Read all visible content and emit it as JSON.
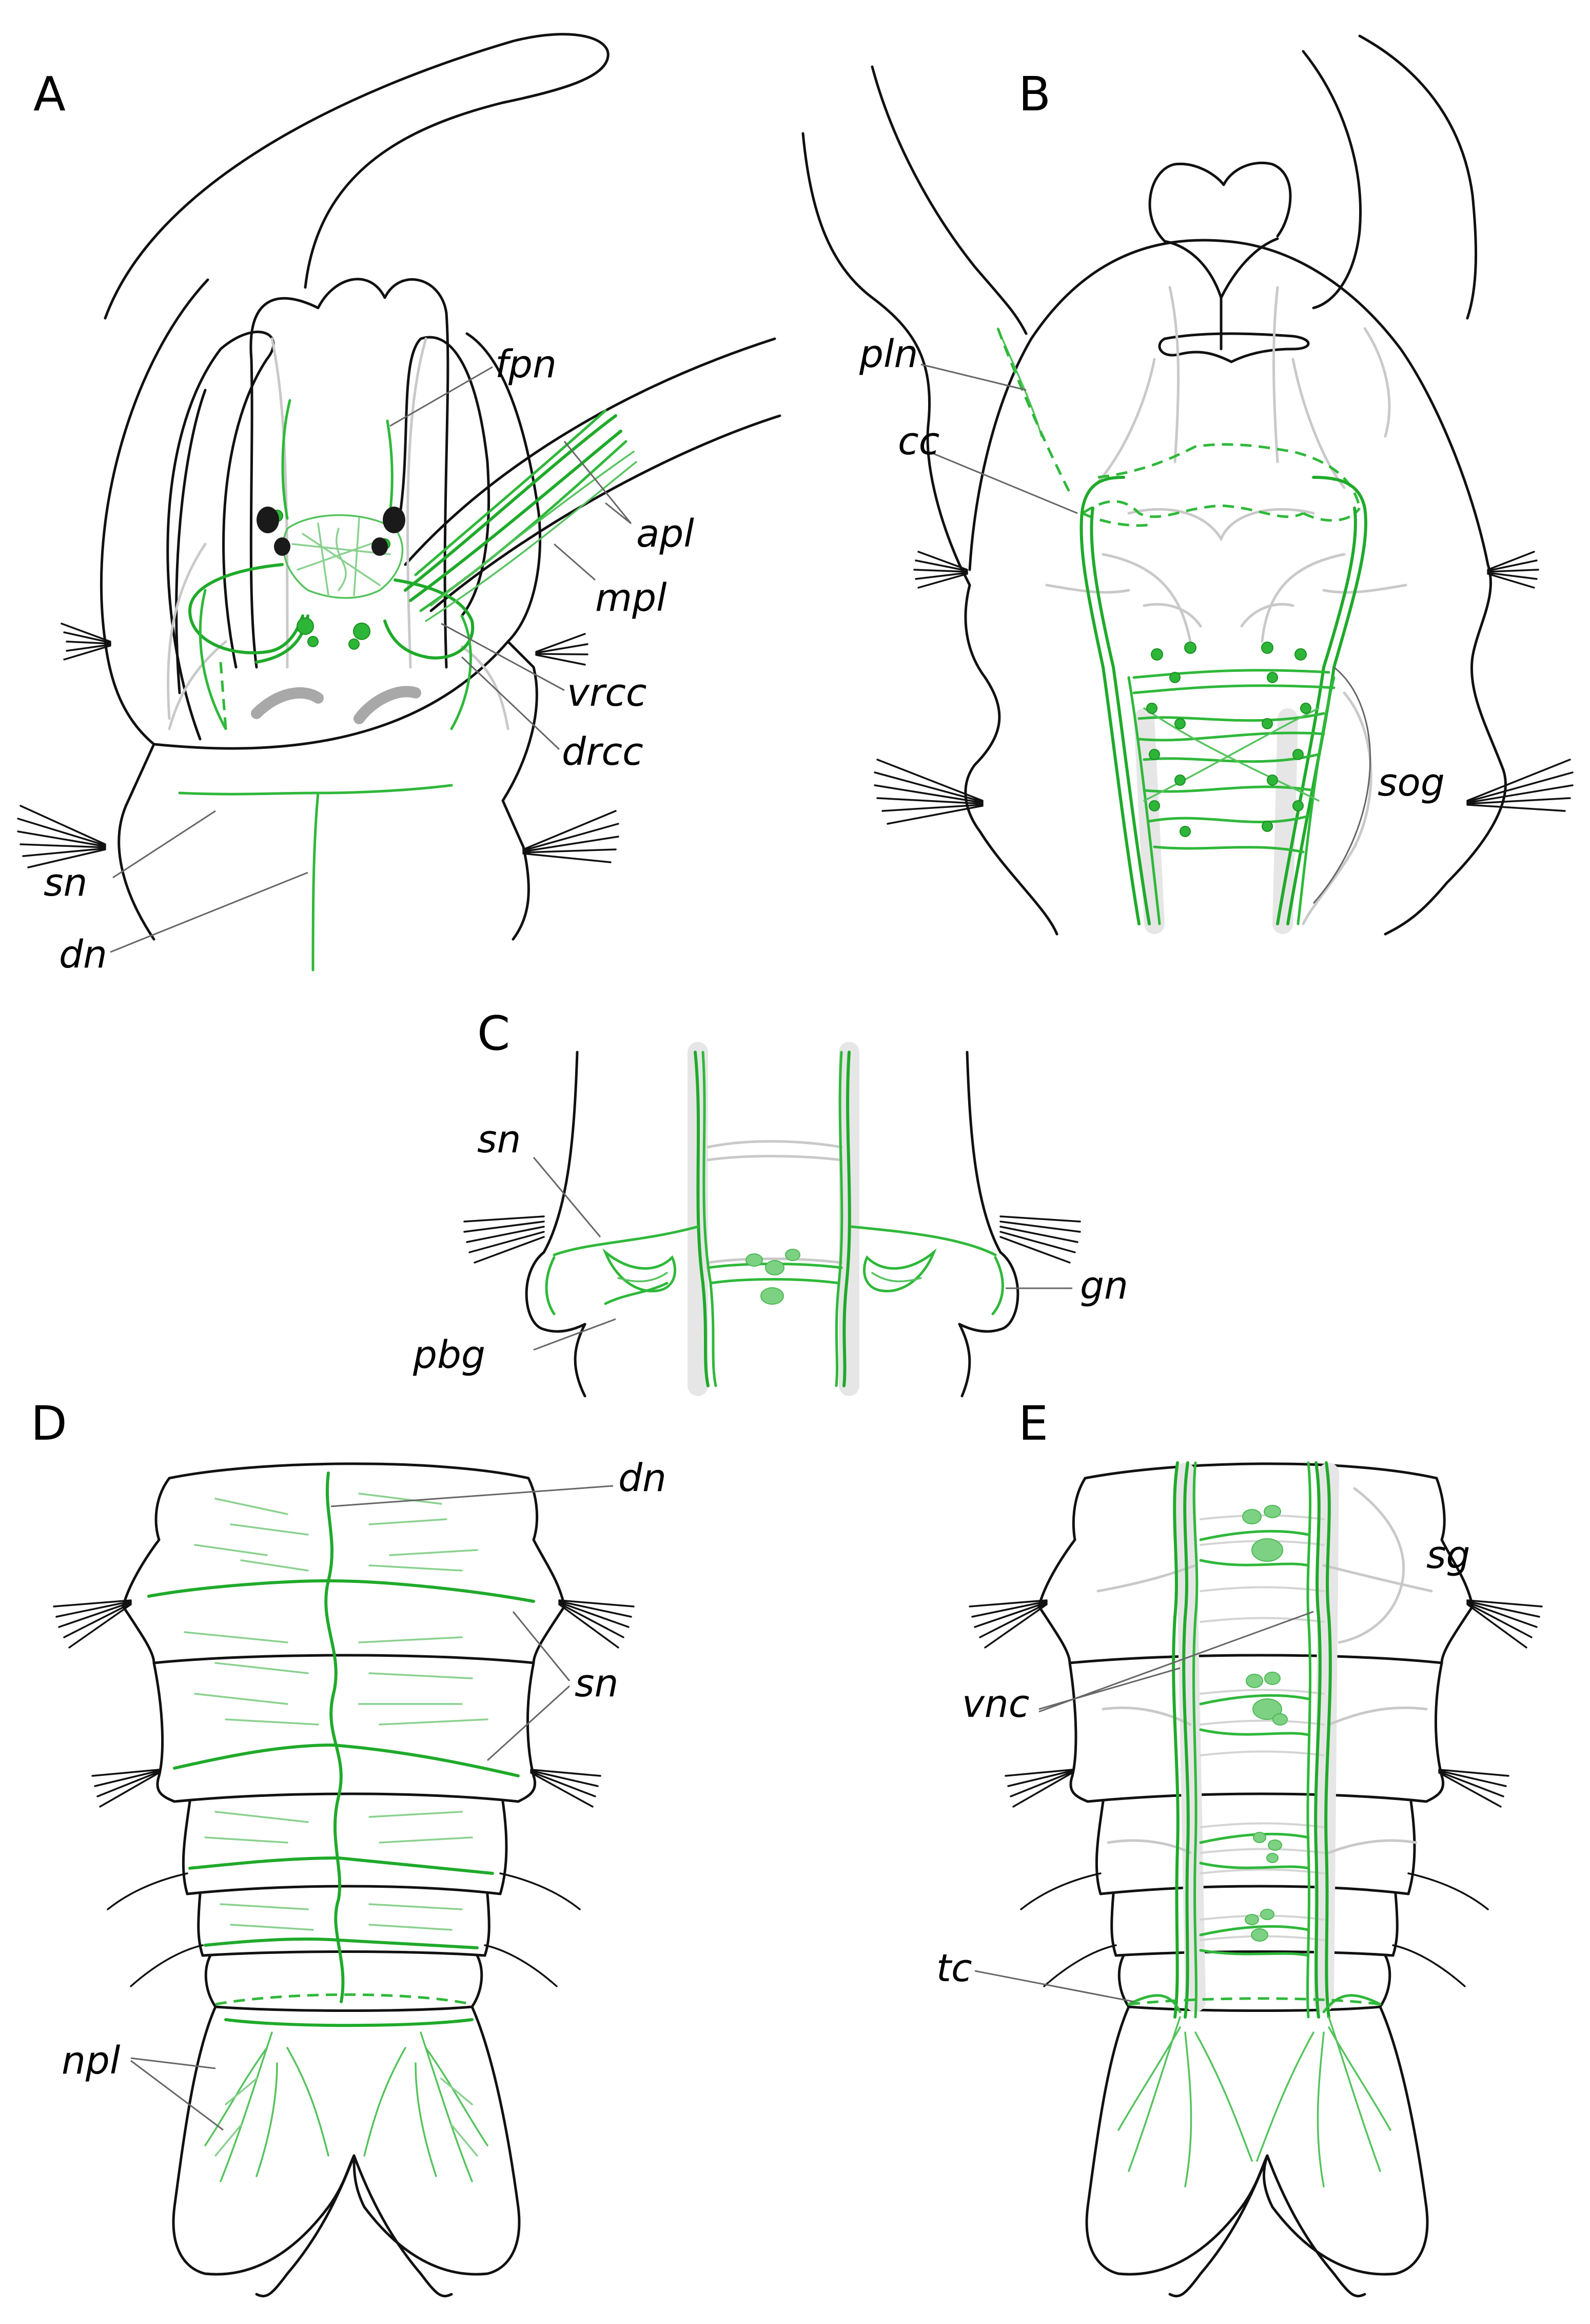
{
  "panels": {
    "A": {
      "letter": "A",
      "labels": {
        "fpn": "fpn",
        "apl": "apl",
        "mpl": "mpl",
        "vrcc": "vrcc",
        "drcc": "drcc",
        "sn": "sn",
        "dn": "dn"
      }
    },
    "B": {
      "letter": "B",
      "labels": {
        "pln": "pln",
        "cc": "cc",
        "sog": "sog"
      }
    },
    "C": {
      "letter": "C",
      "labels": {
        "sn": "sn",
        "gn": "gn",
        "pbg": "pbg"
      }
    },
    "D": {
      "letter": "D",
      "labels": {
        "dn": "dn",
        "sn": "sn",
        "npl": "npl"
      }
    },
    "E": {
      "letter": "E",
      "labels": {
        "sg": "sg",
        "vnc": "vnc",
        "tc": "tc"
      }
    }
  },
  "colors": {
    "outline": "#111111",
    "nerve_green": "#1faa2a",
    "nerve_light_green": "#8ad18f",
    "neuropil_grey": "#c9c9c9",
    "eye_black": "#1a1a1a"
  }
}
